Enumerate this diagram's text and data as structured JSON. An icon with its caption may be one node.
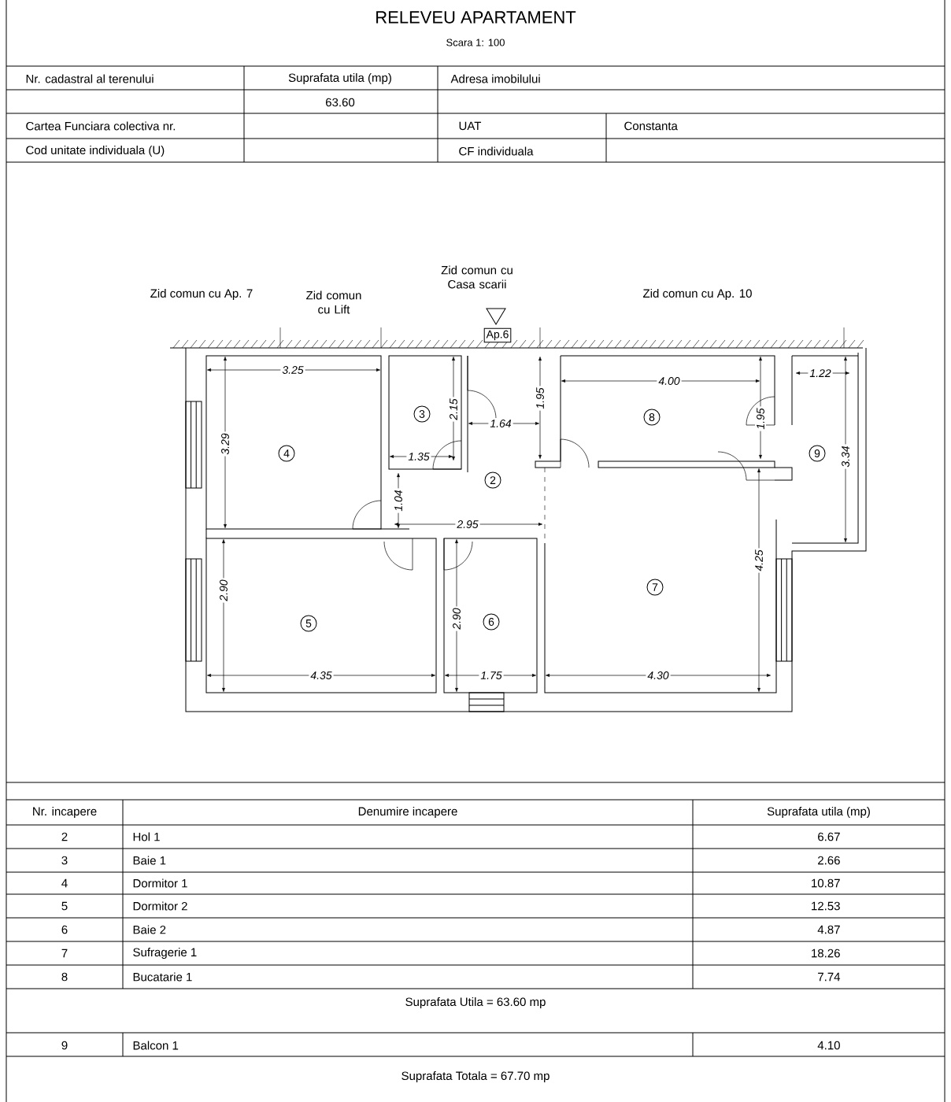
{
  "diagram": {
    "title": "RELEVEU APARTAMENT",
    "nodes": [
      {
        "text": [
          "Ap.6"
        ]
      },
      {
        "text": [
          "3"
        ]
      },
      {
        "text": [
          "8"
        ]
      },
      {
        "text": [
          "4"
        ]
      },
      {
        "text": [
          "9"
        ]
      },
      {
        "text": [
          "2"
        ]
      },
      {
        "text": [
          "7"
        ]
      },
      {
        "text": [
          "6"
        ]
      },
      {
        "text": [
          "5"
        ]
      }
    ],
    "labels": [
      "Scara 1: 100",
      "Nr. cadastral al terenului",
      "Suprafata utila (mp)",
      "Adresa imobilului",
      "63.60",
      "Cartea Funciara colectiva nr.",
      "UAT",
      "Constanta",
      "Cod unitate individuala (U)",
      "CF individuala",
      "Zid comun cu Casa scarii",
      "Zid comun cu Ap. 7",
      "Zid comun cu Lift",
      "Zid comun cu Ap. 10",
      "3.25",
      "3.29",
      "2.15",
      "1.35",
      "1.64",
      "1.95",
      "2.95",
      "1.04",
      "4.00",
      "1.95",
      "1.22",
      "3.34",
      "4.25",
      "2.90",
      "4.35",
      "2.90",
      "1.75",
      "4.30",
      "Nr. incapere",
      "Denumire incapere",
      "Suprafata utila (mp)",
      "2",
      "Hol 1",
      "6.67",
      "3",
      "Baie 1",
      "2.66",
      "4",
      "Dormitor 1",
      "10.87",
      "5",
      "Dormitor 2",
      "12.53",
      "6",
      "Baie 2",
      "4.87",
      "7",
      "Sufragerie 1",
      "18.26",
      "8",
      "Bucatarie 1",
      "7.74",
      "Suprafata Utila = 63.60 mp",
      "9",
      "Balcon 1",
      "4.10",
      "Suprafata Totala = 67.70 mp"
    ]
  }
}
